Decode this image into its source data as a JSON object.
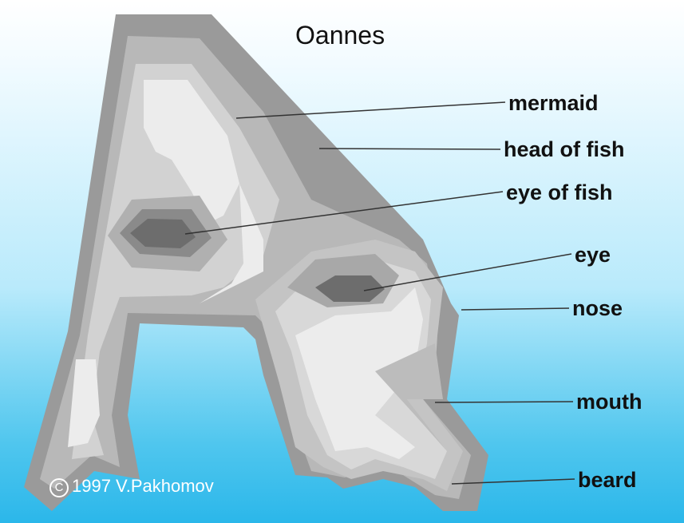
{
  "diagram": {
    "title": "Oannes",
    "labels": {
      "mermaid": "mermaid",
      "head_of_fish": "head of fish",
      "eye_of_fish": "eye of fish",
      "eye": "eye",
      "nose": "nose",
      "mouth": "mouth",
      "beard": "beard"
    },
    "copyright": {
      "symbol": "C",
      "text": "1997 V.Pakhomov"
    },
    "colors": {
      "outer_gray": "#9a9a9a",
      "mid_gray": "#b8b8b8",
      "light_gray": "#d2d2d2",
      "pale_gray": "#ececec",
      "eye_dark": "#6d6d6d",
      "background_top": "#ffffff",
      "background_bottom": "#2bb7ea"
    }
  }
}
